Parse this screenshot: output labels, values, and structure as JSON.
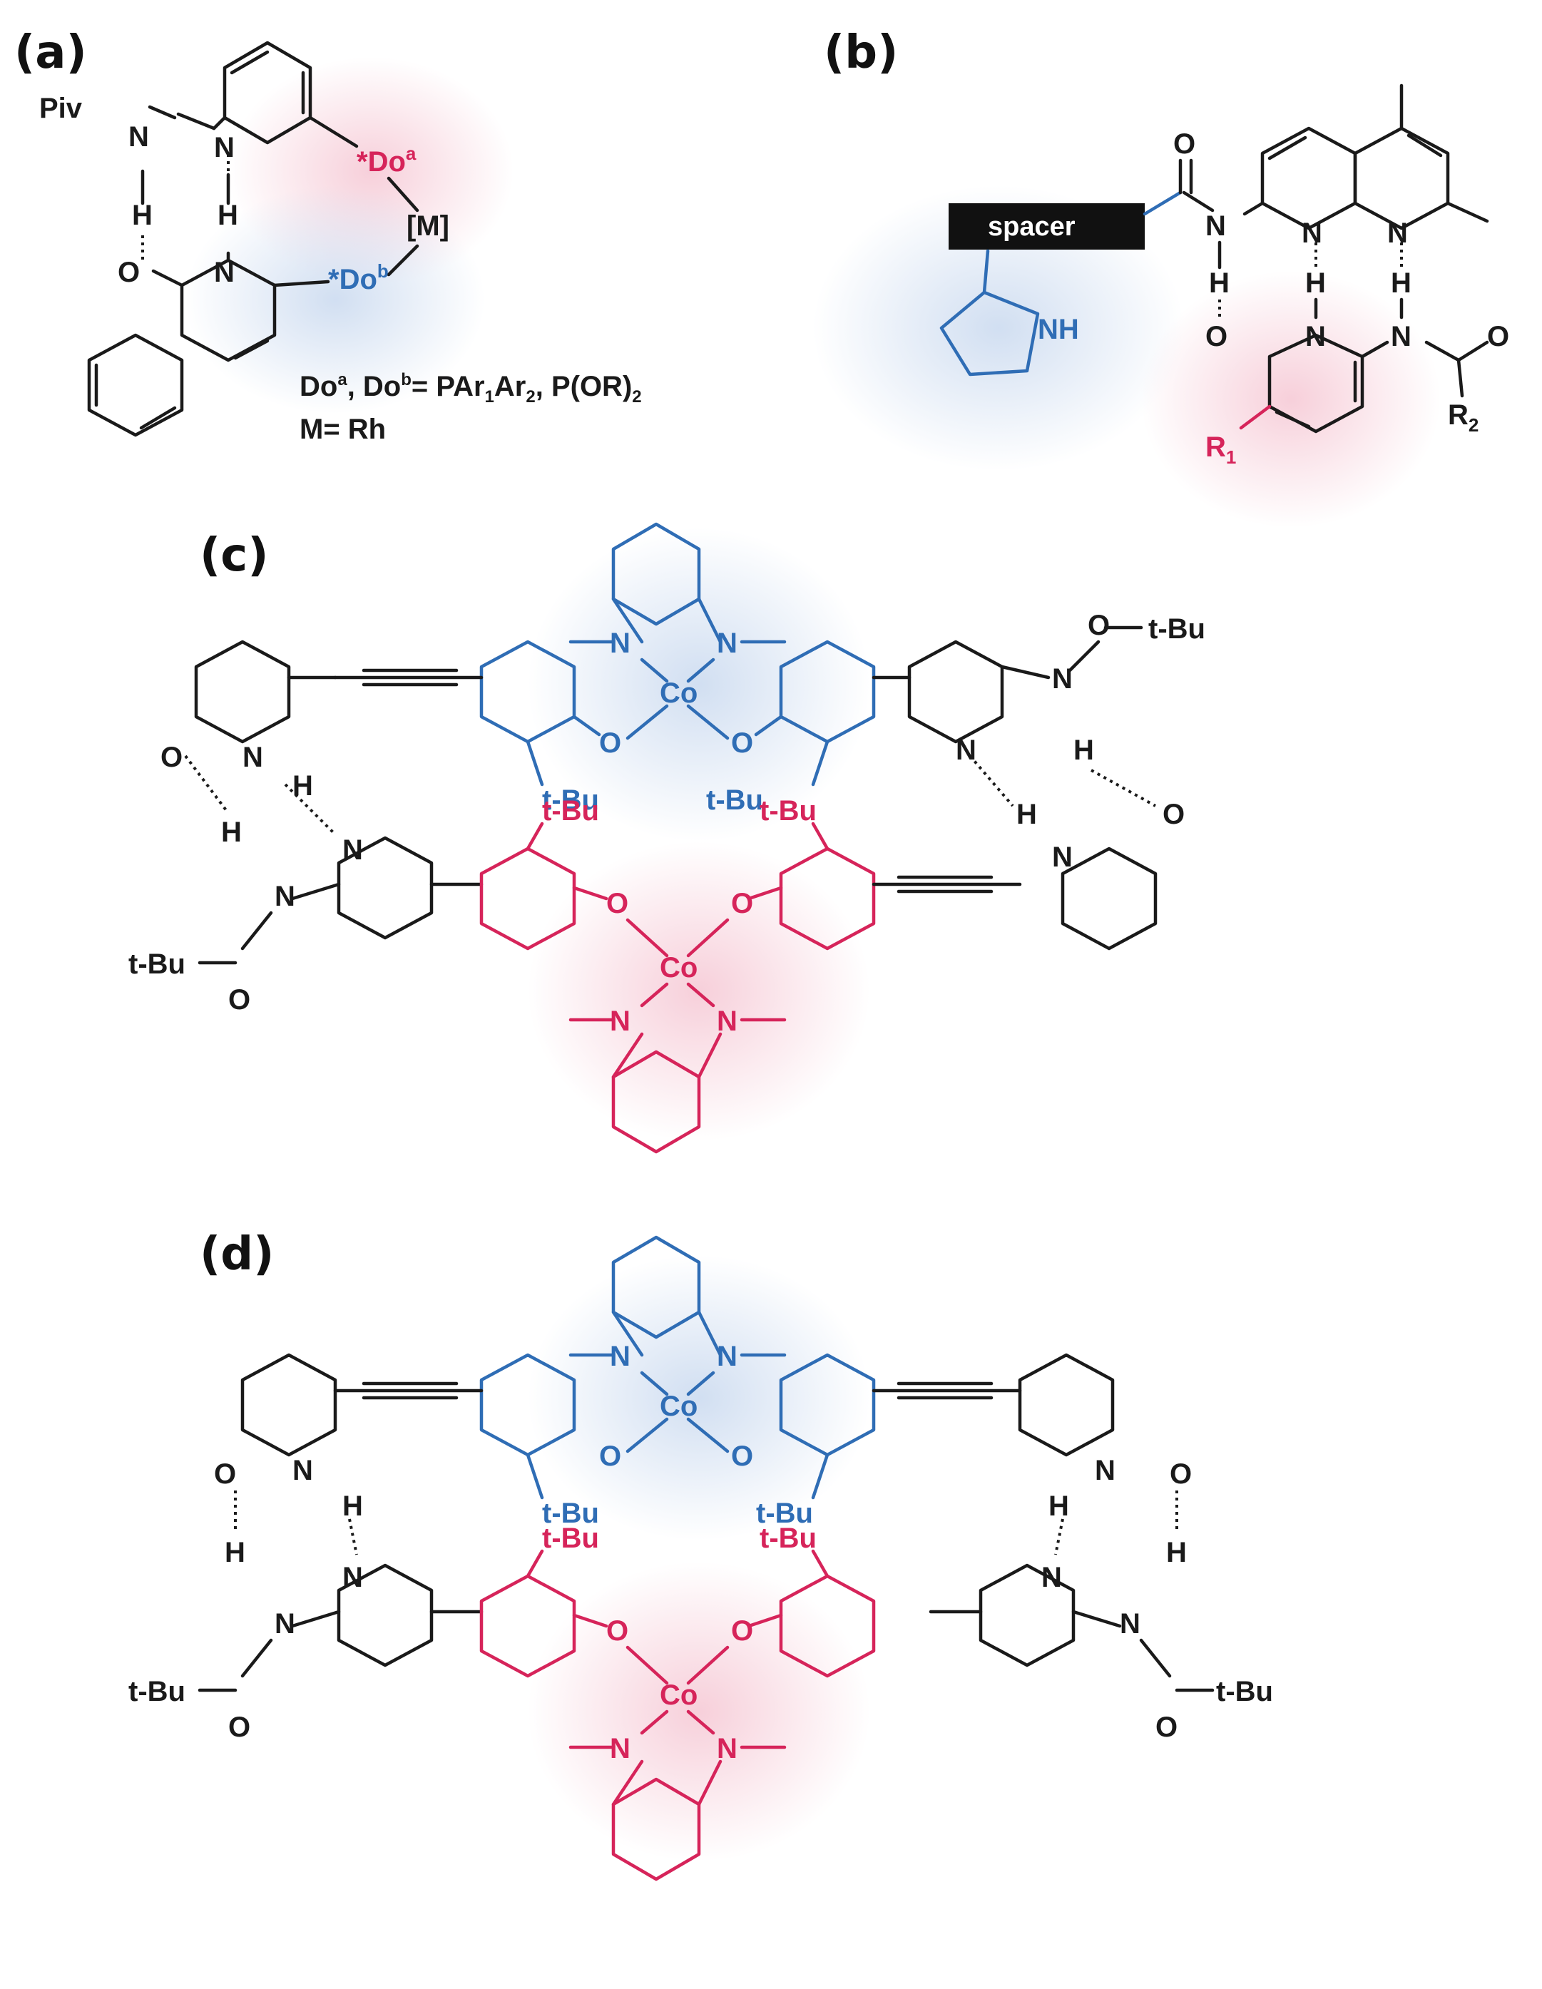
{
  "panel_labels": {
    "a": "(a)",
    "b": "(b)",
    "c": "(c)",
    "d": "(d)"
  },
  "panel_a": {
    "piv": "Piv",
    "n": "N",
    "h": "H",
    "o": "O",
    "do_a": "*Do",
    "do_a_sup": "a",
    "do_b": "*Do",
    "do_b_sup": "b",
    "metal": "[M]",
    "legend_line1_pre": "Do",
    "legend_line1_sup1": "a",
    "legend_line1_mid": ", Do",
    "legend_line1_sup2": "b",
    "legend_line1_post": "= PAr",
    "legend_line1_sub1": "1",
    "legend_line1_ar2": "Ar",
    "legend_line1_sub2": "2",
    "legend_line1_end": ", P(OR)",
    "legend_line1_sub3": "2",
    "legend_line2": "M= Rh"
  },
  "panel_b": {
    "spacer": "spacer",
    "nh": "NH",
    "n": "N",
    "h": "H",
    "o": "O",
    "r1": "R",
    "r1_sub": "1",
    "r2": "R",
    "r2_sub": "2"
  },
  "panel_c": {
    "tbu": "t-Bu",
    "co": "Co",
    "n": "N",
    "o": "O",
    "h": "H"
  },
  "panel_d": {
    "tbu": "t-Bu",
    "co": "Co",
    "n": "N",
    "o": "O",
    "h": "H"
  },
  "colors": {
    "blue": "#2f6db5",
    "red": "#d6245a",
    "black": "#1a1a1a",
    "blue_glow": "#c9d9ef",
    "red_glow": "#f6cad6"
  }
}
